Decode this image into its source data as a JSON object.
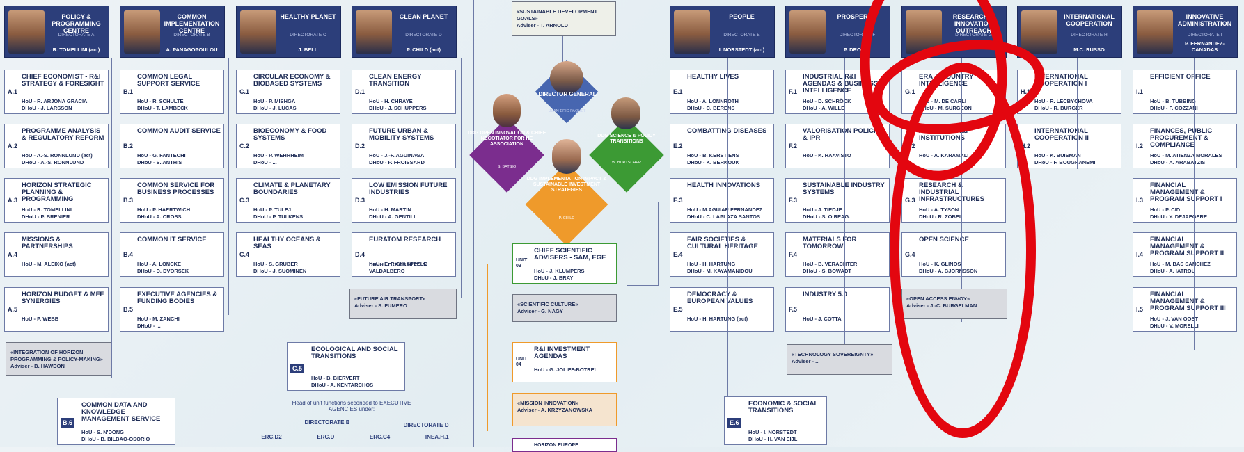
{
  "directorates": [
    {
      "name": "POLICY & PROGRAMMING CENTRE",
      "sub": "DIRECTORATE A",
      "head": "R. TOMELLINI (act)"
    },
    {
      "name": "COMMON IMPLEMENTATION CENTRE",
      "sub": "DIRECTORATE B",
      "head": "A. PANAGOPOULOU"
    },
    {
      "name": "HEALTHY PLANET",
      "sub": "DIRECTORATE C",
      "head": "J. BELL"
    },
    {
      "name": "CLEAN PLANET",
      "sub": "DIRECTORATE D",
      "head": "P. CHILD (act)"
    },
    {
      "name": "PEOPLE",
      "sub": "DIRECTORATE E",
      "head": "I. NORSTEDT (act)"
    },
    {
      "name": "PROSPERITY",
      "sub": "DIRECTORATE F",
      "head": "P. DROELL"
    },
    {
      "name": "RESEARCH & INNOVATION OUTREACH",
      "sub": "DIRECTORATE G",
      "head": ""
    },
    {
      "name": "INTERNATIONAL COOPERATION",
      "sub": "DIRECTORATE H",
      "head": "M.C. RUSSO"
    },
    {
      "name": "INNOVATIVE ADMINISTRATION",
      "sub": "DIRECTORATE I",
      "head": "P. FERNANDEZ-CANADAS"
    }
  ],
  "colA": [
    {
      "code": "A.1",
      "title": "CHIEF ECONOMIST - R&I STRATEGY & FORESIGHT",
      "hou": "HoU - R. ARJONA GRACIA",
      "dhou": "DHoU - J. LARSSON"
    },
    {
      "code": "A.2",
      "title": "PROGRAMME ANALYSIS & REGULATORY REFORM",
      "hou": "HoU - A.-S. RONNLUND (act)",
      "dhou": "DHoU - A.-S. RONNLUND"
    },
    {
      "code": "A.3",
      "title": "HORIZON STRATEGIC PLANNING & PROGRAMMING",
      "hou": "HoU - R. TOMELLINI",
      "dhou": "DHoU - P. BRENIER"
    },
    {
      "code": "A.4",
      "title": "MISSIONS & PARTNERSHIPS",
      "hou": "HoU - M. ALEIXO (act)",
      "dhou": ""
    },
    {
      "code": "A.5",
      "title": "HORIZON BUDGET & MFF SYNERGIES",
      "hou": "HoU - P. WEBB",
      "dhou": ""
    }
  ],
  "colB": [
    {
      "code": "B.1",
      "title": "COMMON LEGAL SUPPORT SERVICE",
      "hou": "HoU - R. SCHULTE",
      "dhou": "DHoU - T. LAMBECK"
    },
    {
      "code": "B.2",
      "title": "COMMON AUDIT SERVICE",
      "hou": "HoU - G. FANTECHI",
      "dhou": "DHoU - S. ANTHIS"
    },
    {
      "code": "B.3",
      "title": "COMMON SERVICE FOR BUSINESS PROCESSES",
      "hou": "HoU - P. HAERTWICH",
      "dhou": "DHoU - A. CROSS"
    },
    {
      "code": "B.4",
      "title": "COMMON IT SERVICE",
      "hou": "HoU - A. LONCKE",
      "dhou": "DHoU - D. DVORSEK"
    },
    {
      "code": "B.5",
      "title": "EXECUTIVE AGENCIES & FUNDING BODIES",
      "hou": "HoU - M. ZANCHI",
      "dhou": "DHoU - ..."
    }
  ],
  "colC": [
    {
      "code": "C.1",
      "title": "CIRCULAR ECONOMY & BIOBASED SYSTEMS",
      "hou": "HoU - P. MISHGA",
      "dhou": "DHoU - J. LUCAS"
    },
    {
      "code": "C.2",
      "title": "BIOECONOMY & FOOD SYSTEMS",
      "hou": "HoU - P. WEHRHEIM",
      "dhou": "DHoU - ..."
    },
    {
      "code": "C.3",
      "title": "CLIMATE & PLANETARY BOUNDARIES",
      "hou": "HoU - P. TULEJ",
      "dhou": "DHoU - P. TULKENS"
    },
    {
      "code": "C.4",
      "title": "HEALTHY OCEANS & SEAS",
      "hou": "HoU - S. GRUBER",
      "dhou": "DHoU - J. SUOMINEN"
    }
  ],
  "colD": [
    {
      "code": "D.1",
      "title": "CLEAN ENERGY TRANSITION",
      "hou": "HoU - H. CHRAYE",
      "dhou": "DHoU - J. SCHUPPERS"
    },
    {
      "code": "D.2",
      "title": "FUTURE URBAN & MOBILITY SYSTEMS",
      "hou": "HoU - J.-F. AGUINAGA",
      "dhou": "DHoU - P. FROISSARD"
    },
    {
      "code": "D.3",
      "title": "LOW EMISSION FUTURE INDUSTRIES",
      "hou": "HoU - H. MARTIN",
      "dhou": "DHoU - A. GENTILI"
    },
    {
      "code": "D.4",
      "title": "EURATOM RESEARCH",
      "hou": "HoU - E. RIGHI STEELE",
      "dhou": "DHoU - D. ROSSETTI DI VALDALBERO"
    }
  ],
  "colE": [
    {
      "code": "E.1",
      "title": "HEALTHY LIVES",
      "hou": "HoU - A. LONNROTH",
      "dhou": "DHoU - C. BERENS"
    },
    {
      "code": "E.2",
      "title": "COMBATTING DISEASES",
      "hou": "HoU - B. KERSTIENS",
      "dhou": "DHoU - K. BERKOUK"
    },
    {
      "code": "E.3",
      "title": "HEALTH INNOVATIONS",
      "hou": "HoU - M.AGUIAR FERNANDEZ",
      "dhou": "DHoU - C. LAPLAZA SANTOS"
    },
    {
      "code": "E.4",
      "title": "FAIR SOCIETIES & CULTURAL HERITAGE",
      "hou": "HoU - H. HARTUNG",
      "dhou": "DHoU - M. KAYAMANIDOU"
    },
    {
      "code": "E.5",
      "title": "DEMOCRACY & EUROPEAN VALUES",
      "hou": "HoU - H. HARTUNG (act)",
      "dhou": ""
    }
  ],
  "colF": [
    {
      "code": "F.1",
      "title": "INDUSTRIAL R&I AGENDAS & BUSINESS INTELLIGENCE",
      "hou": "HoU - D. SCHRÖCK",
      "dhou": "DHoU - A. WILLE"
    },
    {
      "code": "F.2",
      "title": "VALORISATION POLICIES & IPR",
      "hou": "HoU - K. HAAVISTO",
      "dhou": ""
    },
    {
      "code": "F.3",
      "title": "SUSTAINABLE INDUSTRY SYSTEMS",
      "hou": "HoU - J. TIEDJE",
      "dhou": "DHoU - S. O REAG."
    },
    {
      "code": "F.4",
      "title": "MATERIALS FOR TOMORROW",
      "hou": "HoU - B. VERACHTER",
      "dhou": "DHoU - S. BOWADT"
    },
    {
      "code": "F.5",
      "title": "INDUSTRY 5.0",
      "hou": "HoU - J. COTTA",
      "dhou": ""
    }
  ],
  "colG": [
    {
      "code": "G.1",
      "title": "ERA & COUNTRY INTELLIGENCE",
      "hou": "HoU - M. DE CARLI",
      "dhou": "DHoU - M. SURGEON"
    },
    {
      "code": "G.2",
      "title": "ACADEMIC R&I INSTITUTIONS",
      "hou": "HoU - A. KARAMALI",
      "dhou": ""
    },
    {
      "code": "G.3",
      "title": "RESEARCH & INDUSTRIAL INFRASTRUCTURES",
      "hou": "HoU - A. TYSON",
      "dhou": "DHoU - R. ZOBEL"
    },
    {
      "code": "G.4",
      "title": "OPEN SCIENCE",
      "hou": "HoU - K. GLINOS",
      "dhou": "DHoU - A. BJORNSSON"
    }
  ],
  "colH": [
    {
      "code": "H.1",
      "title": "INTERNATIONAL COOPERATION I",
      "hou": "HoU - R. LECBYCHOVA",
      "dhou": "DHoU - R. BURGER"
    },
    {
      "code": "H.2",
      "title": "INTERNATIONAL COOPERATION II",
      "hou": "HoU - K. BUISMAN",
      "dhou": "DHoU - F. BOUGHANEMI"
    }
  ],
  "colI": [
    {
      "code": "I.1",
      "title": "EFFICIENT OFFICE",
      "hou": "HoU - B. TUBBING",
      "dhou": "DHoU - F. COZZANI"
    },
    {
      "code": "I.2",
      "title": "FINANCES, PUBLIC PROCUREMENT & COMPLIANCE",
      "hou": "HoU - M. ATIENZA MORALES",
      "dhou": "DHoU - A. ARABATZIS"
    },
    {
      "code": "I.3",
      "title": "FINANCIAL MANAGEMENT & PROGRAM SUPPORT I",
      "hou": "HoU - P. CID",
      "dhou": "DHoU - Y. DEJAEGERE"
    },
    {
      "code": "I.4",
      "title": "FINANCIAL MANAGEMENT & PROGRAM SUPPORT II",
      "hou": "HoU - M. BAS SANCHEZ",
      "dhou": "DHoU - A. IATROU"
    },
    {
      "code": "I.5",
      "title": "FINANCIAL MANAGEMENT & PROGRAM SUPPORT III",
      "hou": "HoU - J. VAN OOST",
      "dhou": "DHoU - V. MORELLI"
    }
  ],
  "advisers": {
    "sdg": {
      "title": "«SUSTAINABLE DEVELOPMENT GOALS»",
      "adviser": "Adviser - T. ARNOLD"
    },
    "horizon": {
      "title": "«INTEGRATION OF HORIZON PROGRAMMING & POLICY-MAKING»",
      "adviser": "Adviser - B. HAWDON"
    },
    "air": {
      "title": "«FUTURE AIR TRANSPORT»",
      "adviser": "Adviser - S. FUMERO"
    },
    "culture": {
      "title": "«SCIENTIFIC CULTURE»",
      "adviser": "Adviser - G. NAGY"
    },
    "mission": {
      "title": "«MISSION INNOVATION»",
      "adviser": "Adviser - A. KRZYZANOWSKA"
    },
    "open": {
      "title": "«OPEN ACCESS ENVOY»",
      "adviser": "Adviser - J.-C. BURGELMAN"
    },
    "tech": {
      "title": "«TECHNOLOGY SOVEREIGNTY»",
      "adviser": "Adviser - ..."
    }
  },
  "centre": {
    "dg": {
      "title": "DIRECTOR GENERAL",
      "name": "JEAN-ERIC PAQUET"
    },
    "ddg1": {
      "title": "DDG OPEN INNOVATION & CHIEF NEGOTIATOR FOR HE ASSOCIATION",
      "name": "S. BATSIO"
    },
    "ddg2": {
      "title": "DDG SCIENCE & POLICY TRANSITIONS",
      "name": "W. BURTSCHER"
    },
    "ddg3": {
      "title": "DDG IMPLEMENTATION IMPACT & SUSTAINABLE INVESTMENT STRATEGIES",
      "name": "P. CHILD"
    },
    "unit03": {
      "code": "UNIT 03",
      "title": "CHIEF SCIENTIFIC ADVISERS - SAM, EGE",
      "hou": "HoU - J. KLUMPERS",
      "dhou": "DHoU - J. BRAY"
    },
    "unit04": {
      "code": "UNIT 04",
      "title": "R&I INVESTMENT AGENDAS",
      "hou": "HoU - G. JOLIFF-BOTREL"
    },
    "unit_bottom": "HORIZON EUROPE"
  },
  "c5": {
    "code": "C.5",
    "title": "ECOLOGICAL AND SOCIAL TRANSITIONS",
    "hou": "HoU - B. BIERVERT",
    "dhou": "DHoU - A. KENTARCHOS"
  },
  "e6": {
    "code": "E.6",
    "title": "ECONOMIC & SOCIAL TRANSITIONS",
    "hou": "HoU - I. NORSTEDT",
    "dhou": "DHoU - H. VAN EIJL"
  },
  "b6": {
    "code": "B.6",
    "title": "COMMON DATA AND KNOWLEDGE MANAGEMENT SERVICE",
    "hou": "HoU - S. N'DONG",
    "dhou": "DHoU - B. BILBAO-OSORIO"
  },
  "agencies": {
    "intro": "Head of unit functions seconded to EXECUTIVE AGENCIES under:",
    "dirB": "DIRECTORATE B",
    "dirD": "DIRECTORATE D",
    "codes": [
      "ERC.D2",
      "ERC.D",
      "ERC.C4",
      "INEA.H.1"
    ]
  },
  "colors": {
    "navy": "#2c3e7a",
    "circle": "#e3060f",
    "purple": "#7b2d8e",
    "green": "#3c9a34",
    "orange": "#ef9a2b",
    "blue": "#4766b0"
  }
}
